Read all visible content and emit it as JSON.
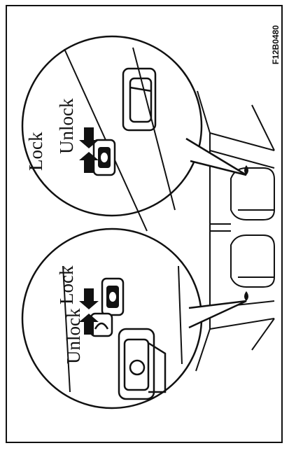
{
  "figure_id": "F12B0480",
  "callout_top": {
    "label_lock": "Lock",
    "label_unlock": "Unlock"
  },
  "callout_bottom": {
    "label_unlock": "Unlock",
    "label_lock": "Lock"
  }
}
